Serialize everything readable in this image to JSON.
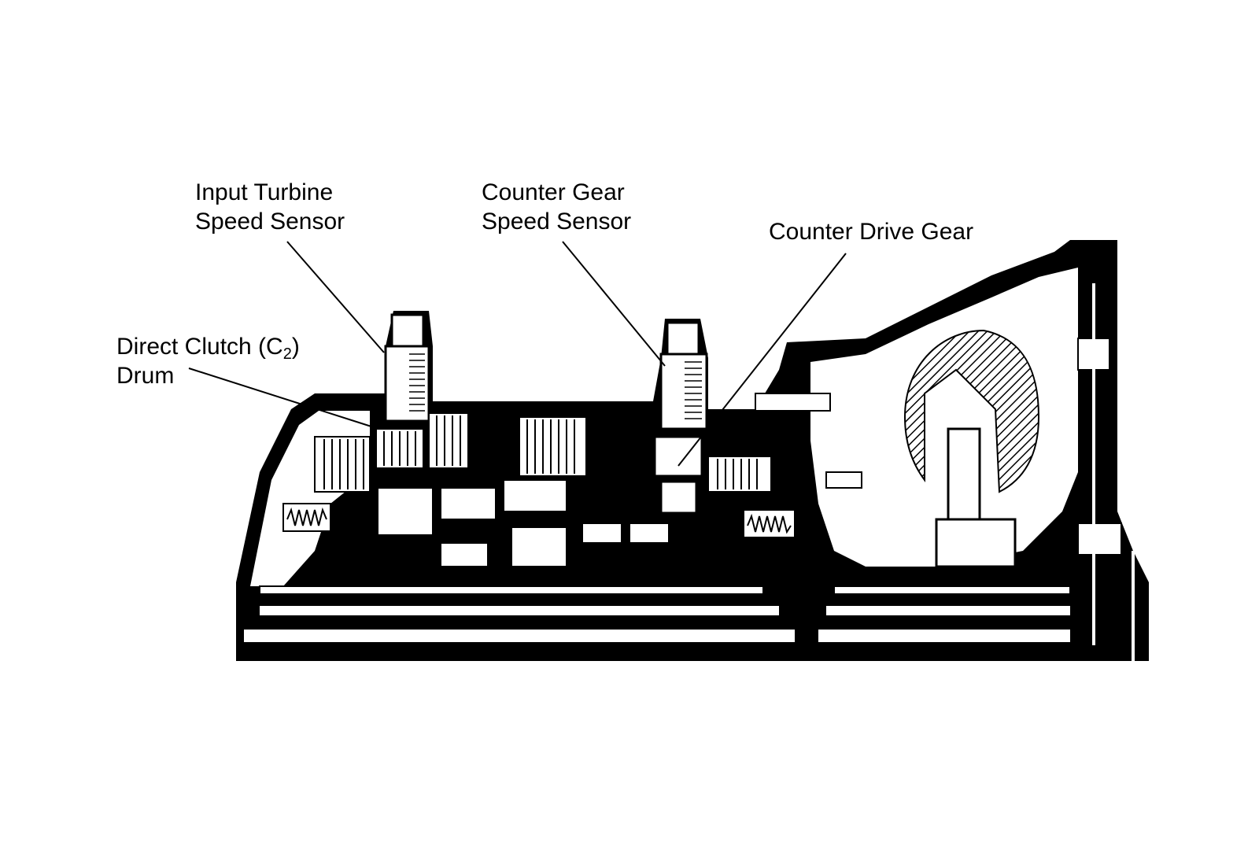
{
  "callouts": {
    "input_turbine": {
      "line1": "Input Turbine",
      "line2": "Speed Sensor"
    },
    "counter_gear": {
      "line1": "Counter Gear",
      "line2": "Speed Sensor"
    },
    "counter_drive": {
      "line1": "Counter Drive Gear"
    },
    "direct_clutch": {
      "line1_pre": "Direct Clutch (C",
      "line1_sub": "2",
      "line1_post": ")",
      "line2": "Drum"
    }
  },
  "colors": {
    "ink": "#000000",
    "paper": "#ffffff"
  }
}
